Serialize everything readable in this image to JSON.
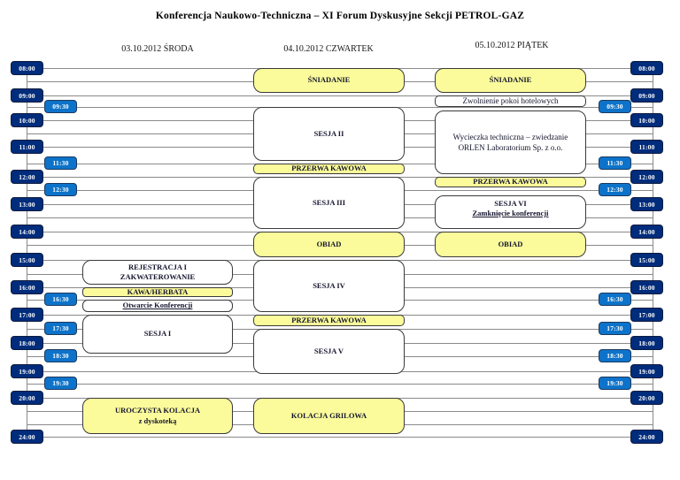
{
  "page": {
    "title": "Konferencja Naukowo-Techniczna – XI Forum Dyskusyjne Sekcji PETROL-GAZ"
  },
  "timeline": {
    "hour_labels": [
      "08:00",
      "09:00",
      "10:00",
      "11:00",
      "12:00",
      "13:00",
      "14:00",
      "15:00",
      "16:00",
      "17:00",
      "18:00",
      "19:00",
      "20:00",
      "24:00"
    ],
    "half_hour_labels": [
      "09:30",
      "11:30",
      "12:30",
      "16:30",
      "17:30",
      "18:30",
      "19:30"
    ],
    "sides": [
      "left",
      "right"
    ]
  },
  "days": [
    {
      "header": "03.10.2012 ŚRODA",
      "events": [
        {
          "start": "15:00",
          "end": "16:00",
          "type": "session",
          "lines": [
            {
              "text": "REJESTRACJA I"
            },
            {
              "text": "ZAKWATEROWANIE"
            }
          ]
        },
        {
          "start": "16:00",
          "end": "16:30",
          "type": "meal",
          "lines": [
            {
              "text": "KAWA/HERBATA"
            }
          ]
        },
        {
          "start": "16:30",
          "end": "17:00",
          "type": "session",
          "lines": [
            {
              "text": "Otwarcie Konferencji",
              "underline": true
            }
          ]
        },
        {
          "start": "17:00",
          "end": "18:30",
          "type": "session",
          "lines": [
            {
              "text": "SESJA I"
            }
          ]
        },
        {
          "start": "20:00",
          "end": "24:00",
          "type": "meal",
          "lines": [
            {
              "text": "UROCZYSTA KOLACJA"
            },
            {
              "text": "z dyskoteką"
            }
          ]
        }
      ]
    },
    {
      "header": "04.10.2012 CZWARTEK",
      "events": [
        {
          "start": "08:00",
          "end": "09:00",
          "type": "meal",
          "lines": [
            {
              "text": "ŚNIADANIE"
            }
          ]
        },
        {
          "start": "09:30",
          "end": "11:30",
          "type": "session",
          "lines": [
            {
              "text": "SESJA II"
            }
          ]
        },
        {
          "start": "11:30",
          "end": "12:00",
          "type": "meal",
          "lines": [
            {
              "text": "PRZERWA KAWOWA"
            }
          ]
        },
        {
          "start": "12:00",
          "end": "14:00",
          "type": "session",
          "lines": [
            {
              "text": "SESJA III"
            }
          ]
        },
        {
          "start": "14:00",
          "end": "15:00",
          "type": "meal",
          "lines": [
            {
              "text": "OBIAD"
            }
          ]
        },
        {
          "start": "15:00",
          "end": "17:00",
          "type": "session",
          "lines": [
            {
              "text": "SESJA IV"
            }
          ]
        },
        {
          "start": "17:00",
          "end": "17:30",
          "type": "meal",
          "lines": [
            {
              "text": "PRZERWA KAWOWA"
            }
          ]
        },
        {
          "start": "17:30",
          "end": "19:00",
          "type": "session",
          "lines": [
            {
              "text": "SESJA V"
            }
          ]
        },
        {
          "start": "20:00",
          "end": "24:00",
          "type": "meal",
          "lines": [
            {
              "text": "KOLACJA GRILOWA"
            }
          ]
        }
      ]
    },
    {
      "header": "05.10.2012 PIĄTEK",
      "events": [
        {
          "start": "08:00",
          "end": "09:00",
          "type": "meal",
          "lines": [
            {
              "text": "ŚNIADANIE"
            }
          ]
        },
        {
          "start": "09:00",
          "end": "09:30",
          "type": "info",
          "lines": [
            {
              "text": "Zwolnienie pokoi hotelowych"
            }
          ]
        },
        {
          "start": "09:30",
          "end": "12:00",
          "type": "info",
          "lines": [
            {
              "text": "Wycieczka techniczna – zwiedzanie"
            },
            {
              "text": "ORLEN Laboratorium Sp. z o.o."
            }
          ]
        },
        {
          "start": "12:00",
          "end": "12:30",
          "type": "meal",
          "lines": [
            {
              "text": "PRZERWA KAWOWA"
            }
          ]
        },
        {
          "start": "12:30",
          "end": "14:00",
          "type": "session",
          "lines": [
            {
              "text": "SESJA VI"
            },
            {
              "text": "Zamknięcie konferencji",
              "underline": true
            }
          ]
        },
        {
          "start": "14:00",
          "end": "15:00",
          "type": "meal",
          "lines": [
            {
              "text": "OBIAD"
            }
          ]
        }
      ]
    }
  ],
  "colors": {
    "hour_badge_bg": "#002c7c",
    "hour_badge_border": "#0d1b3e",
    "half_badge_bg": "#0d73ca",
    "half_badge_border": "#1b3a60",
    "badge_text": "#ffffff",
    "meal_fill": "#fbfb9b",
    "session_fill": "#ffffff",
    "event_border": "#3a3a3a",
    "event_text": "#14142e",
    "grid_line": "#8a8a8a",
    "title_text": "#000000"
  }
}
